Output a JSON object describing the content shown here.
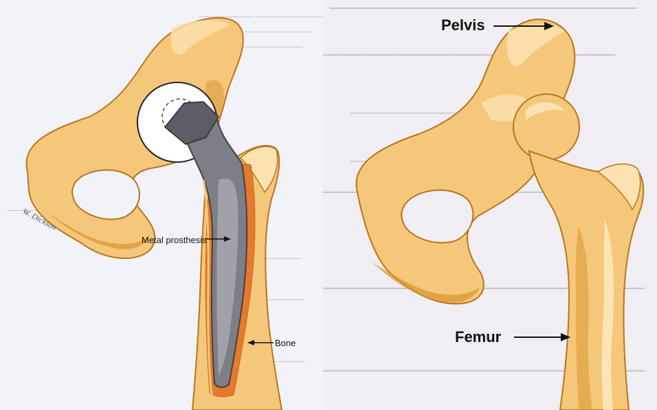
{
  "left_diagram": {
    "labels": {
      "metal_prosthesis": "Metal prosthesis",
      "bone": "Bone"
    },
    "signature": "W. Dickson"
  },
  "right_diagram": {
    "labels": {
      "pelvis": "Pelvis",
      "femur": "Femur"
    }
  },
  "colors": {
    "bone_fill": "#f5c77a",
    "bone_shadow": "#d9962f",
    "bone_outline": "#b8741d",
    "prosthesis": "#7e7f86",
    "prosthesis_dark": "#3f4046",
    "marrow_orange": "#e8792a"
  }
}
